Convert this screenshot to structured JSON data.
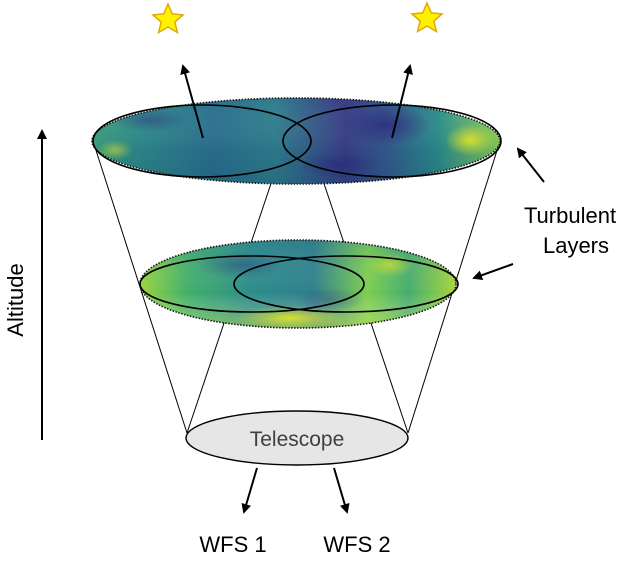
{
  "labels": {
    "altitude": "Altitude",
    "turbulent_line1": "Turbulent",
    "turbulent_line2": "Layers",
    "telescope": "Telescope",
    "wfs1": "WFS 1",
    "wfs2": "WFS 2"
  },
  "colors": {
    "star_fill": "#FFF200",
    "star_stroke": "#E0A800",
    "telescope_fill": "#E6E6E6",
    "turbulence_palette": [
      "#440154",
      "#3b528b",
      "#21918c",
      "#5ec962",
      "#fde725"
    ]
  },
  "icons": {
    "star": "star-icon"
  }
}
